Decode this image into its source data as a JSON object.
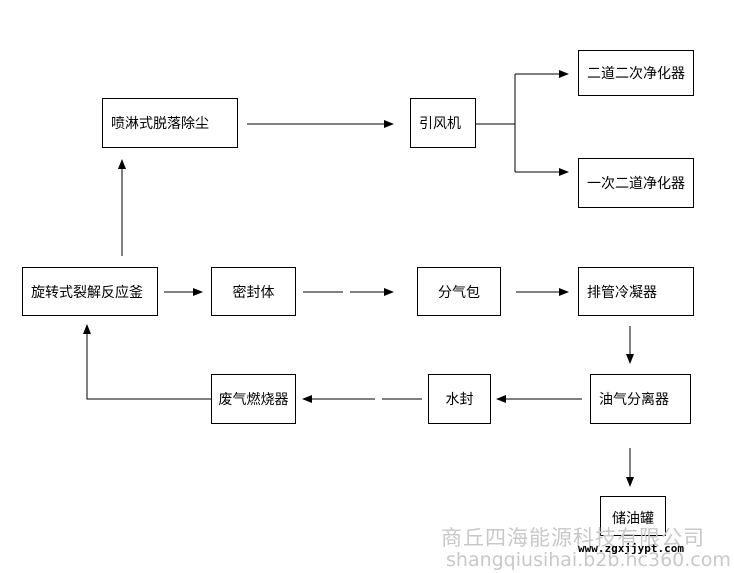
{
  "nodes": {
    "spray": "喷淋式脱落除尘",
    "fan": "引风机",
    "purifier2": "二道二次净化器",
    "purifier1": "一次二道净化器",
    "reactor": "旋转式裂解反应釜",
    "seal_body": "密封体",
    "gas_drum": "分气包",
    "condenser": "排管冷凝器",
    "separator": "油气分离器",
    "water_seal": "水封",
    "burner": "废气燃烧器",
    "oil_tank": "储油罐"
  },
  "watermark": {
    "company": "商丘四海能源科技有限公司",
    "site": "www.zgxjjypt.com",
    "url": "shangqiusihai.b2b.hc360.com"
  }
}
